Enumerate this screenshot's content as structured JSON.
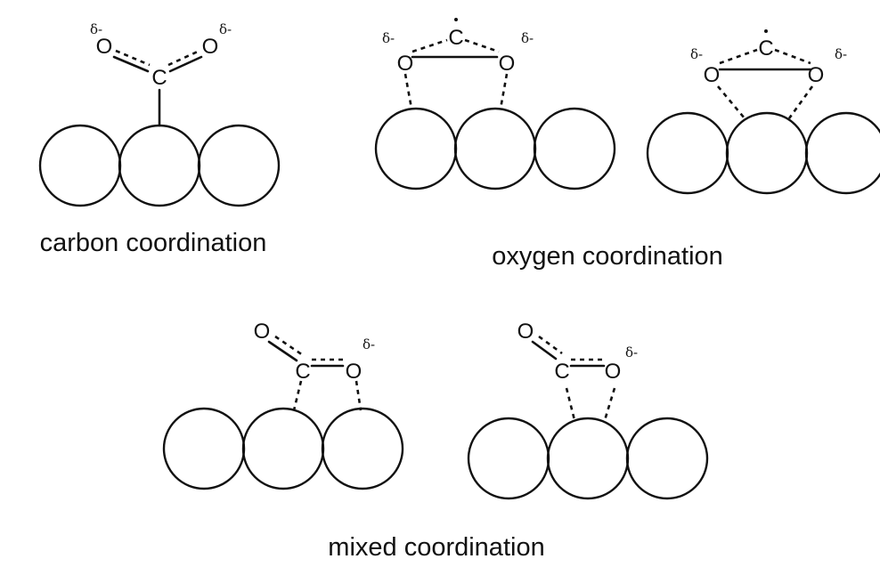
{
  "atoms": {
    "oxygen": "O",
    "carbon": "C"
  },
  "partial_charge": "δ-",
  "captions": {
    "carbon": "carbon coordination",
    "oxygen": "oxygen coordination",
    "mixed": "mixed coordination"
  },
  "colors": {
    "line": "#111111",
    "background": "#ffffff"
  }
}
